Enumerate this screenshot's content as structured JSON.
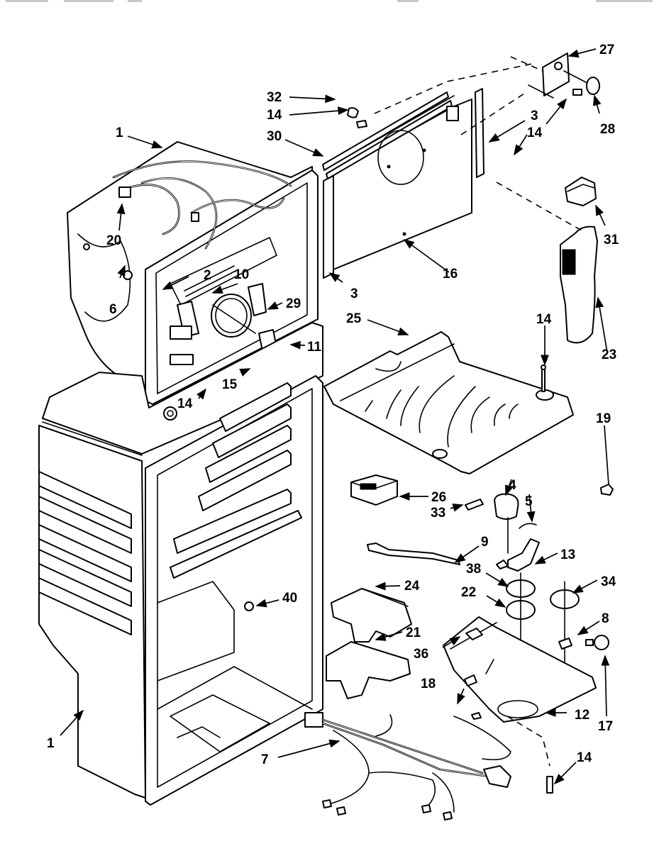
{
  "diagram": {
    "title": "Refrigerator liner parts exploded view",
    "colors": {
      "line": "#000000",
      "background": "#ffffff"
    },
    "callouts": [
      {
        "id": "c-27-top",
        "label": "27"
      },
      {
        "id": "c-32",
        "label": "32"
      },
      {
        "id": "c-14-a",
        "label": "14"
      },
      {
        "id": "c-30",
        "label": "30"
      },
      {
        "id": "c-3-a",
        "label": "3"
      },
      {
        "id": "c-14-b",
        "label": "14"
      },
      {
        "id": "c-28",
        "label": "28"
      },
      {
        "id": "c-1-top",
        "label": "1"
      },
      {
        "id": "c-20",
        "label": "20"
      },
      {
        "id": "c-6",
        "label": "6"
      },
      {
        "id": "c-2",
        "label": "2"
      },
      {
        "id": "c-10",
        "label": "10"
      },
      {
        "id": "c-29",
        "label": "29"
      },
      {
        "id": "c-11",
        "label": "11"
      },
      {
        "id": "c-15",
        "label": "15"
      },
      {
        "id": "c-14-c",
        "label": "14"
      },
      {
        "id": "c-3-b",
        "label": "3"
      },
      {
        "id": "c-16",
        "label": "16"
      },
      {
        "id": "c-31",
        "label": "31"
      },
      {
        "id": "c-23",
        "label": "23"
      },
      {
        "id": "c-25",
        "label": "25"
      },
      {
        "id": "c-14-d",
        "label": "14"
      },
      {
        "id": "c-19",
        "label": "19"
      },
      {
        "id": "c-26",
        "label": "26"
      },
      {
        "id": "c-33",
        "label": "33"
      },
      {
        "id": "c-4",
        "label": "4"
      },
      {
        "id": "c-5",
        "label": "5"
      },
      {
        "id": "c-9",
        "label": "9"
      },
      {
        "id": "c-13",
        "label": "13"
      },
      {
        "id": "c-38",
        "label": "38"
      },
      {
        "id": "c-34",
        "label": "34"
      },
      {
        "id": "c-24",
        "label": "24"
      },
      {
        "id": "c-40",
        "label": "40"
      },
      {
        "id": "c-22",
        "label": "22"
      },
      {
        "id": "c-8",
        "label": "8"
      },
      {
        "id": "c-21",
        "label": "21"
      },
      {
        "id": "c-36",
        "label": "36"
      },
      {
        "id": "c-17",
        "label": "17"
      },
      {
        "id": "c-18",
        "label": "18"
      },
      {
        "id": "c-12",
        "label": "12"
      },
      {
        "id": "c-1-bottom",
        "label": "1"
      },
      {
        "id": "c-7",
        "label": "7"
      },
      {
        "id": "c-14-e",
        "label": "14"
      }
    ]
  }
}
